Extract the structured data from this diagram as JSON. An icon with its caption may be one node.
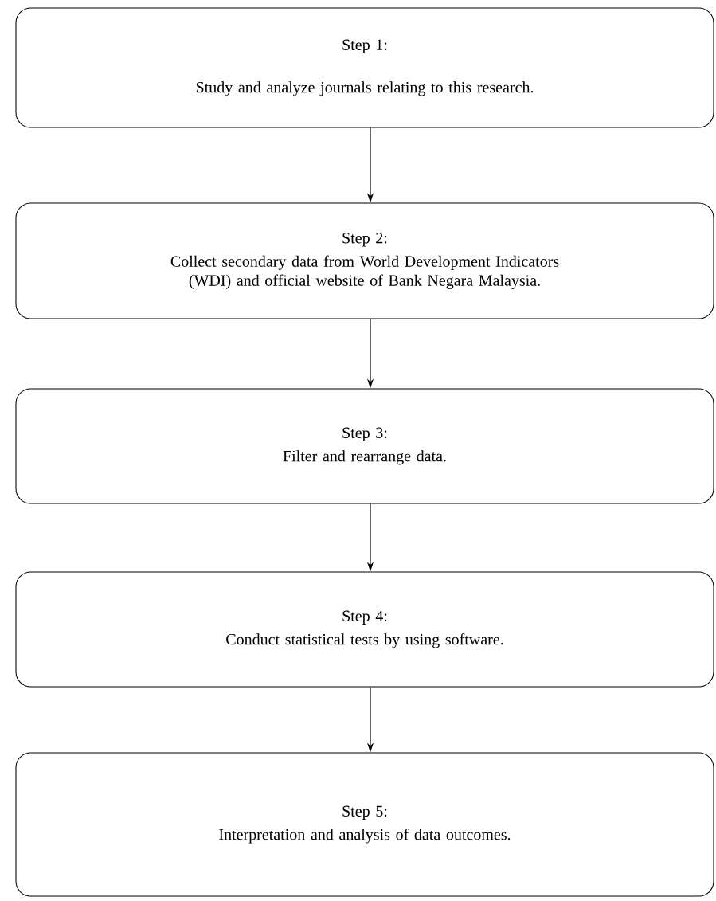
{
  "diagram": {
    "nodes": [
      {
        "text": [
          "Step 1:",
          "Study and analyze journals relating to this research."
        ]
      },
      {
        "text": [
          "Step 2:",
          "Collect secondary data from World Development Indicators (WDI) and official website of Bank Negara Malaysia."
        ]
      },
      {
        "text": [
          "Step 3:",
          "Filter and rearrange data."
        ]
      },
      {
        "text": [
          "Step 4:",
          "Conduct statistical tests by using software."
        ]
      },
      {
        "text": [
          "Step 5:",
          "Interpretation and analysis of data outcomes."
        ]
      }
    ],
    "edges": [
      {
        "from": 0,
        "to": 1,
        "arrow": "to"
      },
      {
        "from": 1,
        "to": 2,
        "arrow": "to"
      },
      {
        "from": 2,
        "to": 3,
        "arrow": "to"
      },
      {
        "from": 3,
        "to": 4,
        "arrow": "to"
      }
    ]
  }
}
